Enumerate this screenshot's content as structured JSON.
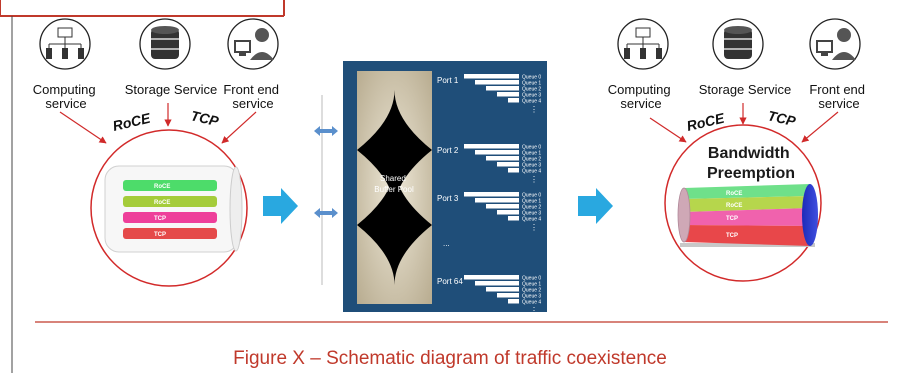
{
  "services_left": [
    {
      "label_lines": [
        "Computing",
        "service"
      ],
      "icon": "computer-network-icon"
    },
    {
      "label_lines": [
        "Storage Service"
      ],
      "icon": "database-icon"
    },
    {
      "label_lines": [
        "Front end",
        "service"
      ],
      "icon": "user-workstation-icon"
    }
  ],
  "services_right": [
    {
      "label_lines": [
        "Computing",
        "service"
      ],
      "icon": "computer-network-icon"
    },
    {
      "label_lines": [
        "Storage Service"
      ],
      "icon": "database-icon"
    },
    {
      "label_lines": [
        "Front end",
        "service"
      ],
      "icon": "user-workstation-icon"
    }
  ],
  "protocols": {
    "roce": "RoCE",
    "tcp": "TCP"
  },
  "left_pipe_bars": [
    {
      "label": "RoCE",
      "color": "#4ddc6a"
    },
    {
      "label": "RoCE",
      "color": "#a5cc3a"
    },
    {
      "label": "TCP",
      "color": "#ee3f9a"
    },
    {
      "label": "TCP",
      "color": "#e54a4a"
    }
  ],
  "switch": {
    "shared_buffer_lines": [
      "Shared",
      "Buffer Pool"
    ],
    "ports": [
      {
        "label": "Port 1",
        "queues": [
          "Queue 0",
          "Queue 1",
          "Queue 2",
          "Queue 3",
          "Queue 4"
        ]
      },
      {
        "label": "Port 2",
        "queues": [
          "Queue 0",
          "Queue 1",
          "Queue 2",
          "Queue 3",
          "Queue 4"
        ]
      },
      {
        "label": "Port 3",
        "queues": [
          "Queue 0",
          "Queue 1",
          "Queue 2",
          "Queue 3",
          "Queue 4"
        ]
      },
      {
        "label": "Port 64",
        "queues": [
          "Queue 0",
          "Queue 1",
          "Queue 2",
          "Queue 3",
          "Queue 4"
        ]
      }
    ],
    "port_ellipsis": "...",
    "queue_ellipsis": "⋮"
  },
  "bandwidth": {
    "title_lines": [
      "Bandwidth",
      "Preemption"
    ],
    "layers": [
      {
        "label": "RoCE",
        "color": "#6fe08a"
      },
      {
        "label": "RoCE",
        "color": "#b6d64c"
      },
      {
        "label": "TCP",
        "color": "#f062ad"
      },
      {
        "label": "TCP",
        "color": "#e8474a"
      }
    ]
  },
  "caption": "Figure X – Schematic diagram of traffic coexistence",
  "colors": {
    "accent_red": "#c0392b",
    "switch_blue": "#1f4e79",
    "arrow_blue": "#29a8e0"
  }
}
